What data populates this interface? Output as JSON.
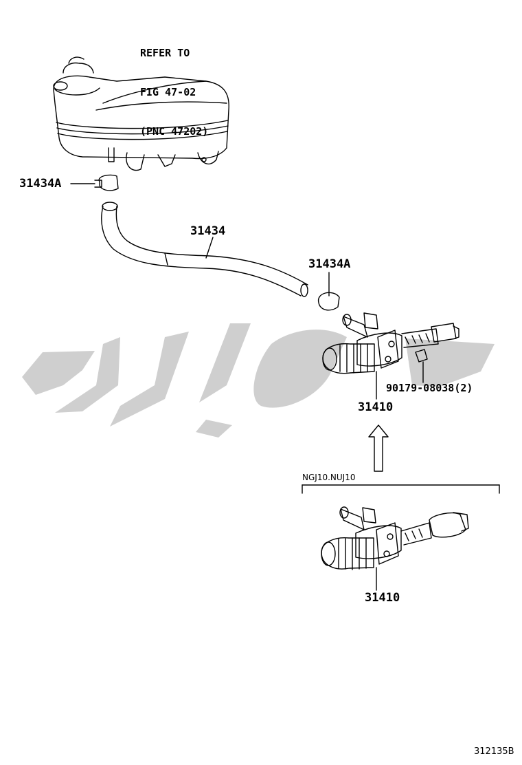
{
  "reference_note": [
    "REFER TO",
    "FIG 47-02",
    "(PNC 47202)"
  ],
  "parts": {
    "clamp_upper": "31434A",
    "hose": "31434",
    "clamp_lower": "31434A",
    "nut": "90179-08038(2)",
    "master_cylinder_main": "31410",
    "master_cylinder_variant": "31410"
  },
  "variant_note": "NGJ10.NUJ10",
  "figure_code": "312135B",
  "colors": {
    "line": "#000000",
    "watermark": "#cfcfcf",
    "background": "#ffffff"
  }
}
